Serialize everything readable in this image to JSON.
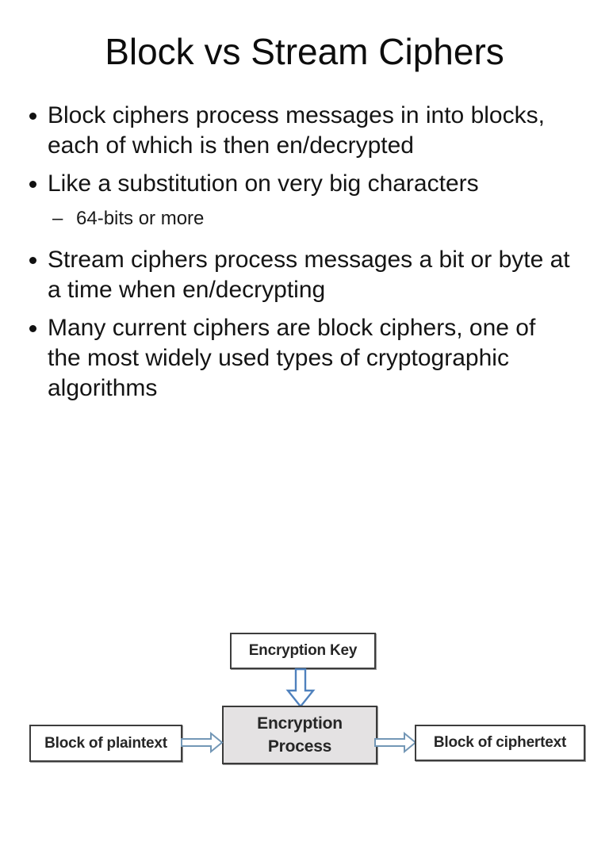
{
  "slide": {
    "title": "Block vs Stream Ciphers",
    "bullets": [
      {
        "level": 1,
        "text": "Block ciphers process messages in into blocks, each of which is then en/decrypted"
      },
      {
        "level": 1,
        "text": "Like a substitution on very big characters"
      },
      {
        "level": 2,
        "marker": "–",
        "text": "64-bits or more"
      },
      {
        "level": 1,
        "text": "Stream ciphers process messages a bit or byte at a time when en/decrypting"
      },
      {
        "level": 1,
        "text": "Many current ciphers are block ciphers, one of the most widely used types of cryptographic algorithms"
      }
    ]
  },
  "diagram": {
    "key_box_label": "Encryption Key",
    "process_line1": "Encryption",
    "process_line2": "Process",
    "plaintext_box_label": "Block of plaintext",
    "ciphertext_box_label": "Block of ciphertext",
    "colors": {
      "arrow_main": "#4f81bd",
      "arrow_side": "#7397b6",
      "process_fill": "#e4e2e3",
      "box_border": "#3d3d3d"
    }
  }
}
